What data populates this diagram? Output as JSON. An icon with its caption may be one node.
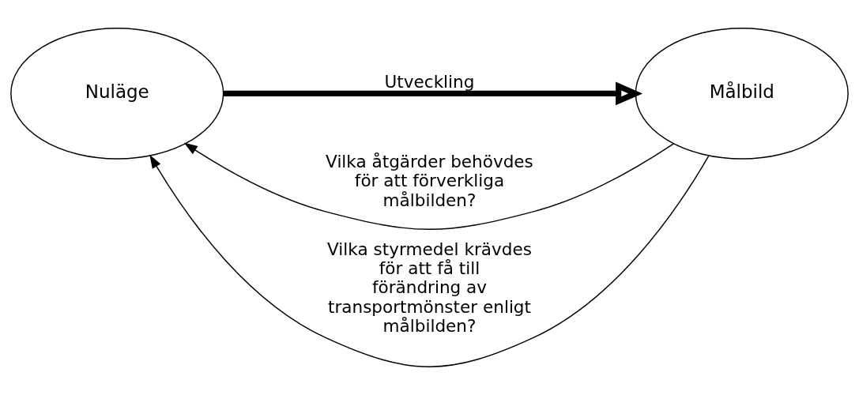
{
  "diagram": {
    "nodes": [
      {
        "text": [
          "Nuläge"
        ]
      },
      {
        "text": [
          "Målbild"
        ]
      }
    ],
    "edges": [
      {
        "from": 1,
        "to": 0,
        "arrow": "to",
        "label": "Vilka åtgärder behövdes för att förverkliga målbilden?"
      },
      {
        "from": 0,
        "to": 1,
        "arrow": "to",
        "label": "Utveckling",
        "style": "thick"
      },
      {
        "from": 1,
        "to": 0,
        "arrow": "to",
        "label": "Vilka styrmedel krävdes för att få till förändring av transportmönster enligt målbilden?"
      }
    ]
  }
}
